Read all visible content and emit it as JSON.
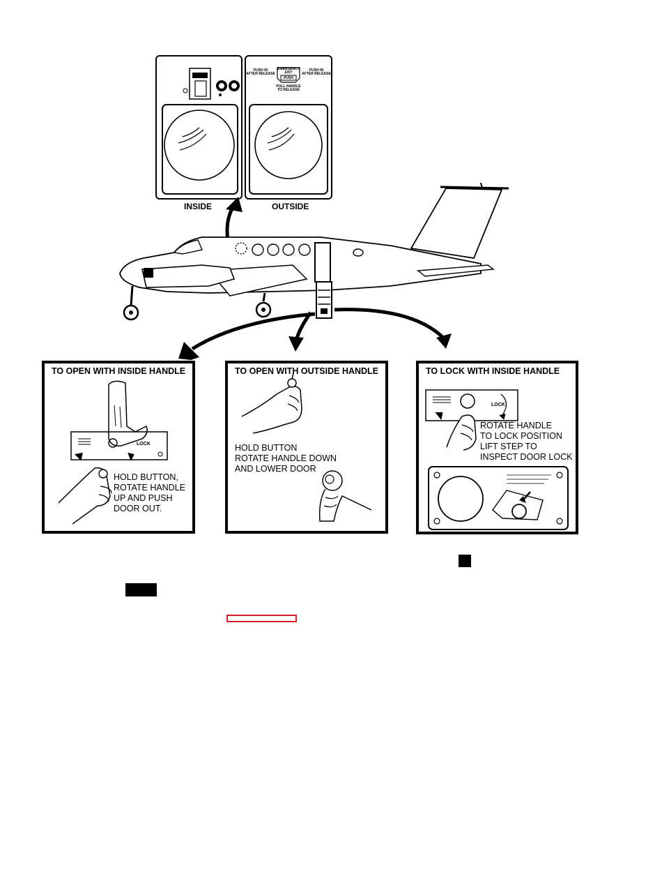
{
  "views": {
    "inside_label": "INSIDE",
    "outside_label": "OUTSIDE",
    "outside_small_left": "PUSH IN\nAFTER RELEASE",
    "outside_small_right": "PUSH IN\nAFTER RELEASE",
    "outside_small_top": "EMERGENCY\nEXIT",
    "outside_push": "PUSH",
    "outside_pull": "PULL HANDLE\nTO RELEASE"
  },
  "panels": [
    {
      "title": "TO OPEN WITH INSIDE HANDLE",
      "lock_label": "LOCK",
      "instruction": "HOLD BUTTON,\nROTATE HANDLE\nUP AND PUSH\nDOOR OUT."
    },
    {
      "title": "TO OPEN WITH OUTSIDE HANDLE",
      "instruction": "HOLD BUTTON\nROTATE HANDLE DOWN\nAND LOWER DOOR"
    },
    {
      "title": "TO LOCK WITH INSIDE HANDLE",
      "lock_label": "LOCK",
      "instruction": "ROTATE HANDLE\nTO LOCK POSITION\nLIFT STEP TO\nINSPECT DOOR LOCK"
    }
  ],
  "colors": {
    "ink": "#000000",
    "link_box": "#d0202a"
  }
}
